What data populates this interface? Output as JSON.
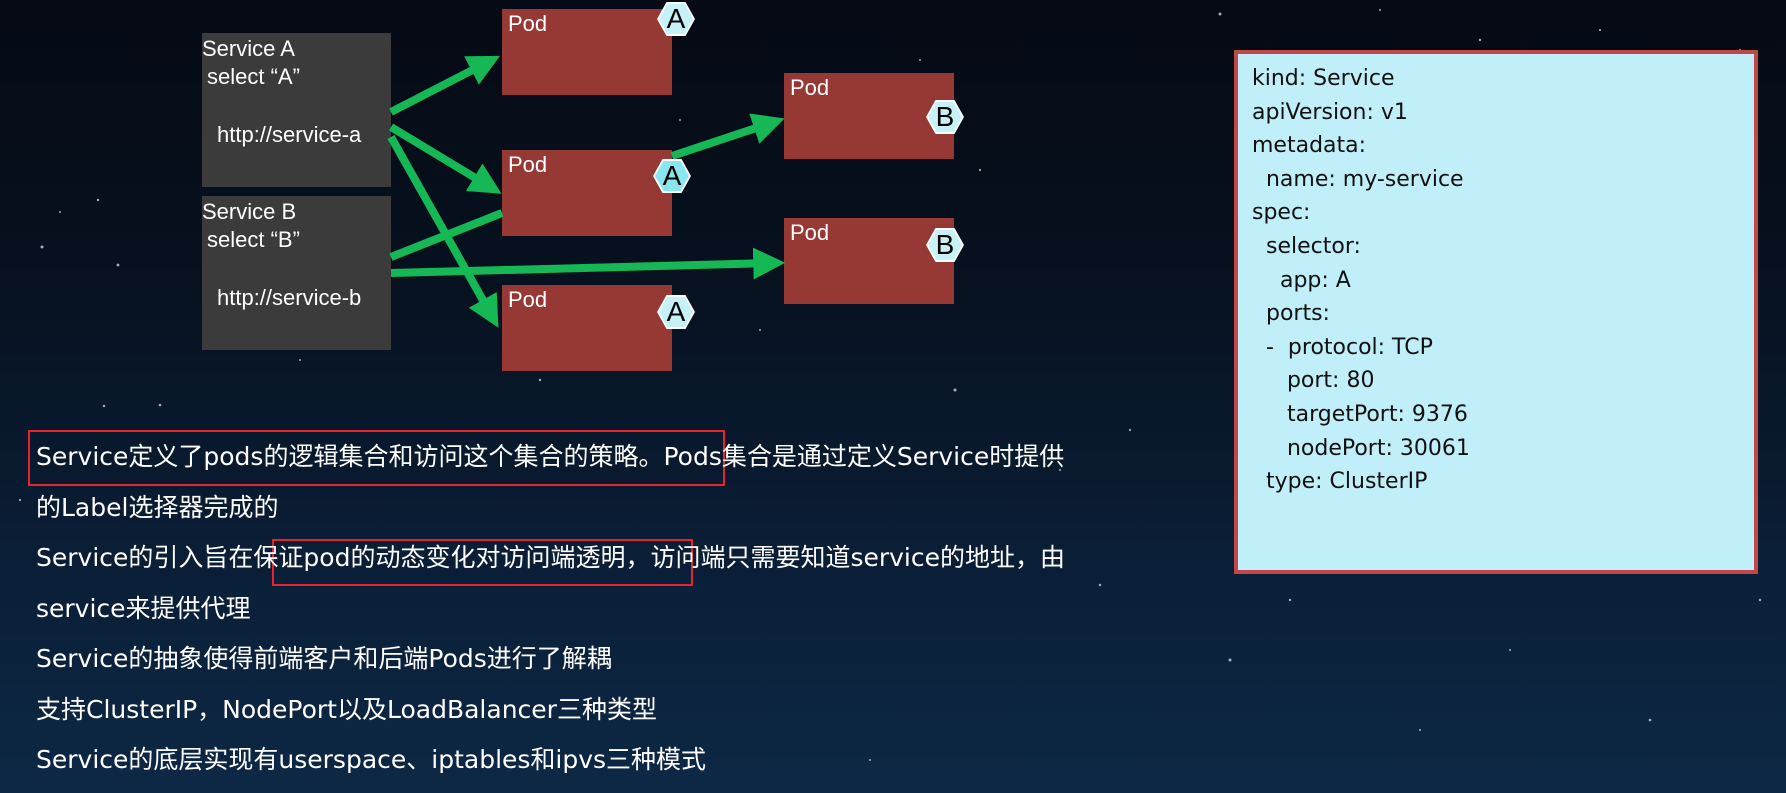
{
  "services": [
    {
      "title": "Service A",
      "selector": "select “A”",
      "url": "http://service-a"
    },
    {
      "title": "Service B",
      "selector": "select “B”",
      "url": "http://service-b"
    }
  ],
  "pods": [
    {
      "label": "Pod",
      "tag": "A"
    },
    {
      "label": "Pod",
      "tag": "A"
    },
    {
      "label": "Pod",
      "tag": "A"
    },
    {
      "label": "Pod",
      "tag": "B"
    },
    {
      "label": "Pod",
      "tag": "B"
    }
  ],
  "colors": {
    "arrow": "#16b755",
    "pod": "#963834",
    "service": "#3b3b3b",
    "yaml_bg": "#c0eef9",
    "yaml_border": "#c0484a",
    "highlight": "#e8232a"
  },
  "yaml_lines": [
    "kind: Service",
    "apiVersion: v1",
    "metadata:",
    "  name: my-service",
    "spec:",
    "  selector:",
    "    app: A",
    "  ports:",
    "  -  protocol: TCP",
    "     port: 80",
    "     targetPort: 9376",
    "     nodePort: 30061",
    "  type: ClusterIP"
  ],
  "bullets": {
    "l1_highlight": "Service定义了pods的逻辑集合和访问这个集合的策略。",
    "l1_rest": "Pods集合是通过定义Service时提供",
    "l2": "的Label选择器完成的",
    "l3_pre": "Service的引入旨在",
    "l3_highlight": "保证pod的动态变化对访问端透明",
    "l3_post": "，访问端只需要知道service的地址，由",
    "l4": "service来提供代理",
    "l5": "Service的抽象使得前端客户和后端Pods进行了解耦",
    "l6": "支持ClusterIP，NodePort以及LoadBalancer三种类型",
    "l7": "Service的底层实现有userspace、iptables和ipvs三种模式"
  }
}
